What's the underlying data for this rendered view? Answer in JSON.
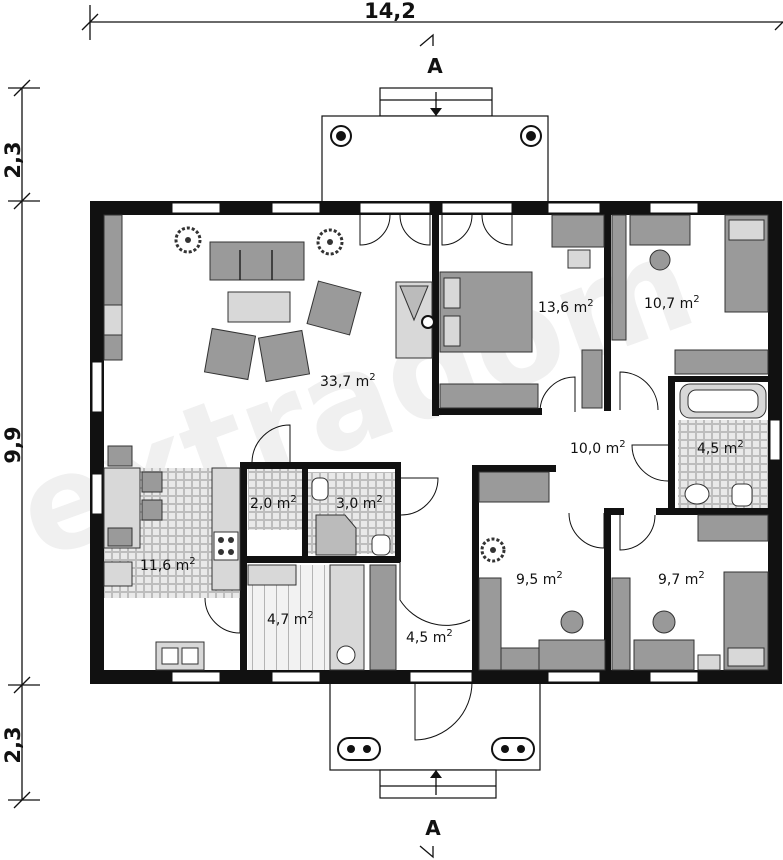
{
  "dimensions": {
    "width_total": "14,2",
    "depth_terrace_top": "2,3",
    "depth_house": "9,9",
    "depth_terrace_bottom": "2,3"
  },
  "section_marks": {
    "top": "A",
    "bottom": "A"
  },
  "rooms": {
    "living": {
      "value": "33,7 m",
      "sup": "2"
    },
    "bedroom_large": {
      "value": "13,6 m",
      "sup": "2"
    },
    "bedroom_ne": {
      "value": "10,7 m",
      "sup": "2"
    },
    "hall": {
      "value": "10,0 m",
      "sup": "2"
    },
    "bathroom": {
      "value": "4,5 m",
      "sup": "2"
    },
    "wc": {
      "value": "2,0 m",
      "sup": "2"
    },
    "shower": {
      "value": "3,0 m",
      "sup": "2"
    },
    "kitchen": {
      "value": "11,6 m",
      "sup": "2"
    },
    "utility": {
      "value": "4,7 m",
      "sup": "2"
    },
    "entry": {
      "value": "4,5 m",
      "sup": "2"
    },
    "bedroom_sw": {
      "value": "9,5 m",
      "sup": "2"
    },
    "bedroom_se": {
      "value": "9,7 m",
      "sup": "2"
    }
  },
  "watermark": "extradom"
}
